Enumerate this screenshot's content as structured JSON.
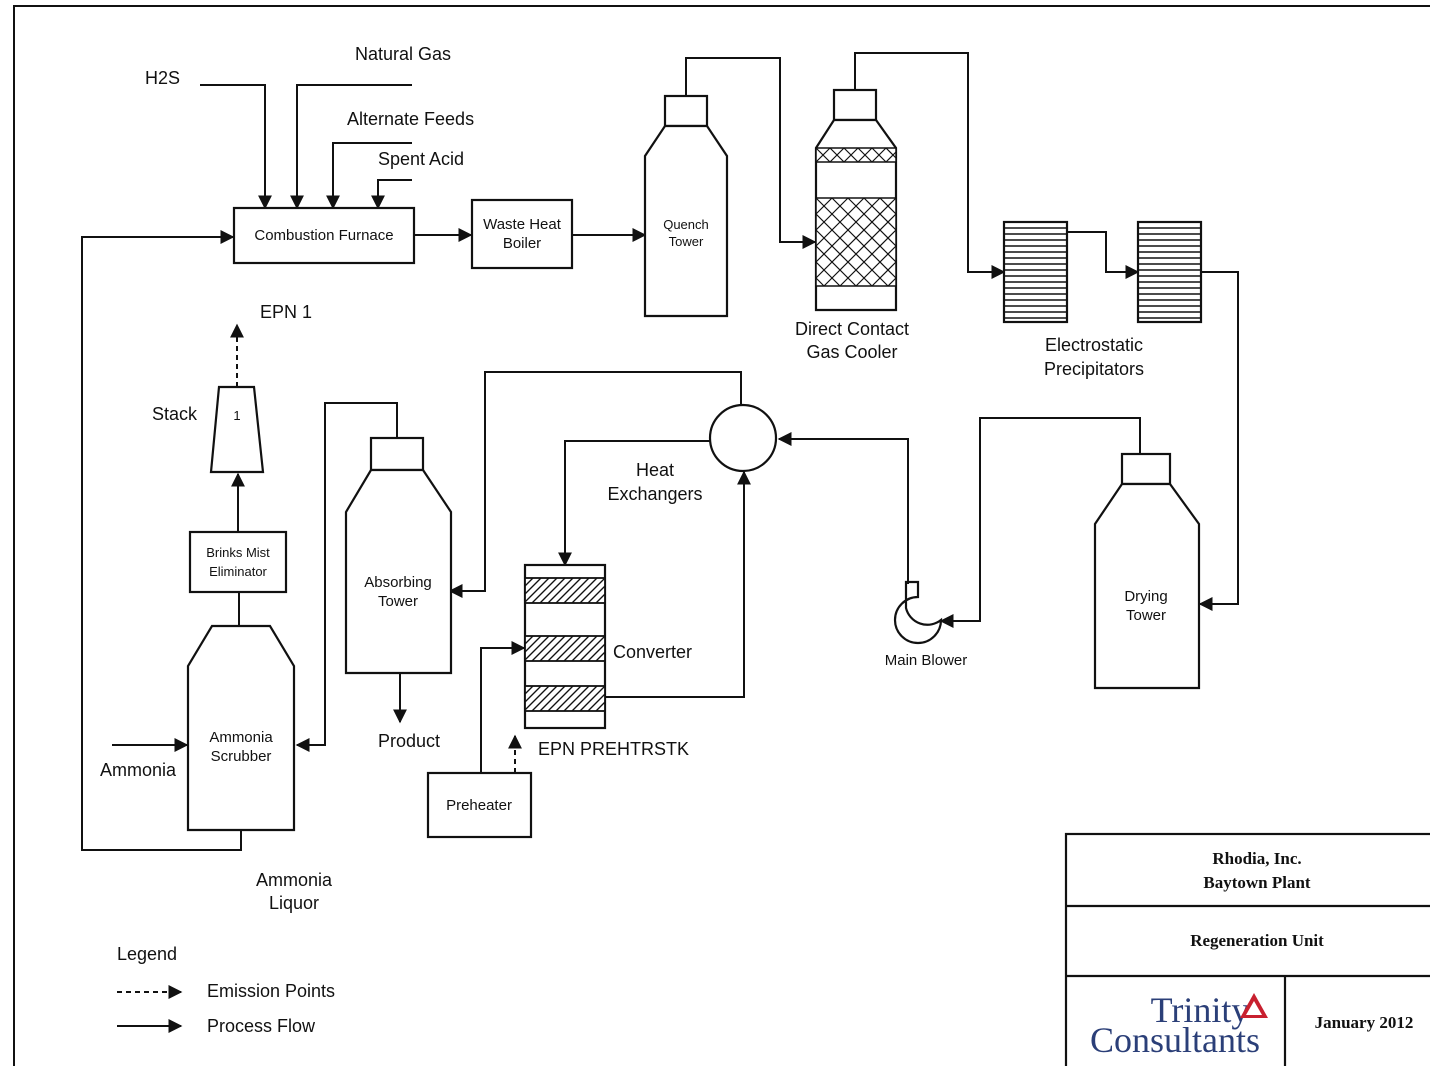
{
  "feeds": {
    "h2s": "H2S",
    "natural_gas": "Natural Gas",
    "alternate_feeds": "Alternate Feeds",
    "spent_acid": "Spent Acid"
  },
  "equipment": {
    "combustion_furnace": "Combustion Furnace",
    "waste_heat_boiler": [
      "Waste Heat",
      "Boiler"
    ],
    "quench_tower": [
      "Quench",
      "Tower"
    ],
    "direct_contact_gas_cooler": [
      "Direct Contact",
      "Gas Cooler"
    ],
    "electrostatic_precipitators": [
      "Electrostatic",
      "Precipitators"
    ],
    "drying_tower": [
      "Drying",
      "Tower"
    ],
    "main_blower": "Main Blower",
    "heat_exchangers": [
      "Heat",
      "Exchangers"
    ],
    "converter": "Converter",
    "preheater": "Preheater",
    "absorbing_tower": [
      "Absorbing",
      "Tower"
    ],
    "ammonia_scrubber": [
      "Ammonia",
      "Scrubber"
    ],
    "brinks_mist_eliminator": [
      "Brinks Mist",
      "Eliminator"
    ],
    "stack": "Stack",
    "stack_number": "1"
  },
  "streams": {
    "epn1": "EPN 1",
    "epn_prehtrstk": "EPN PREHTRSTK",
    "product": "Product",
    "ammonia": "Ammonia",
    "ammonia_liquor": [
      "Ammonia",
      "Liquor"
    ]
  },
  "legend": {
    "title": "Legend",
    "emission_points": "Emission Points",
    "process_flow": "Process Flow"
  },
  "title_block": {
    "company": "Rhodia, Inc.",
    "plant": "Baytown Plant",
    "unit": "Regeneration Unit",
    "consultant_line1": "Trinity",
    "consultant_line2": "Consultants",
    "date": "January 2012",
    "logo_triangle_color": "#c8202f"
  }
}
